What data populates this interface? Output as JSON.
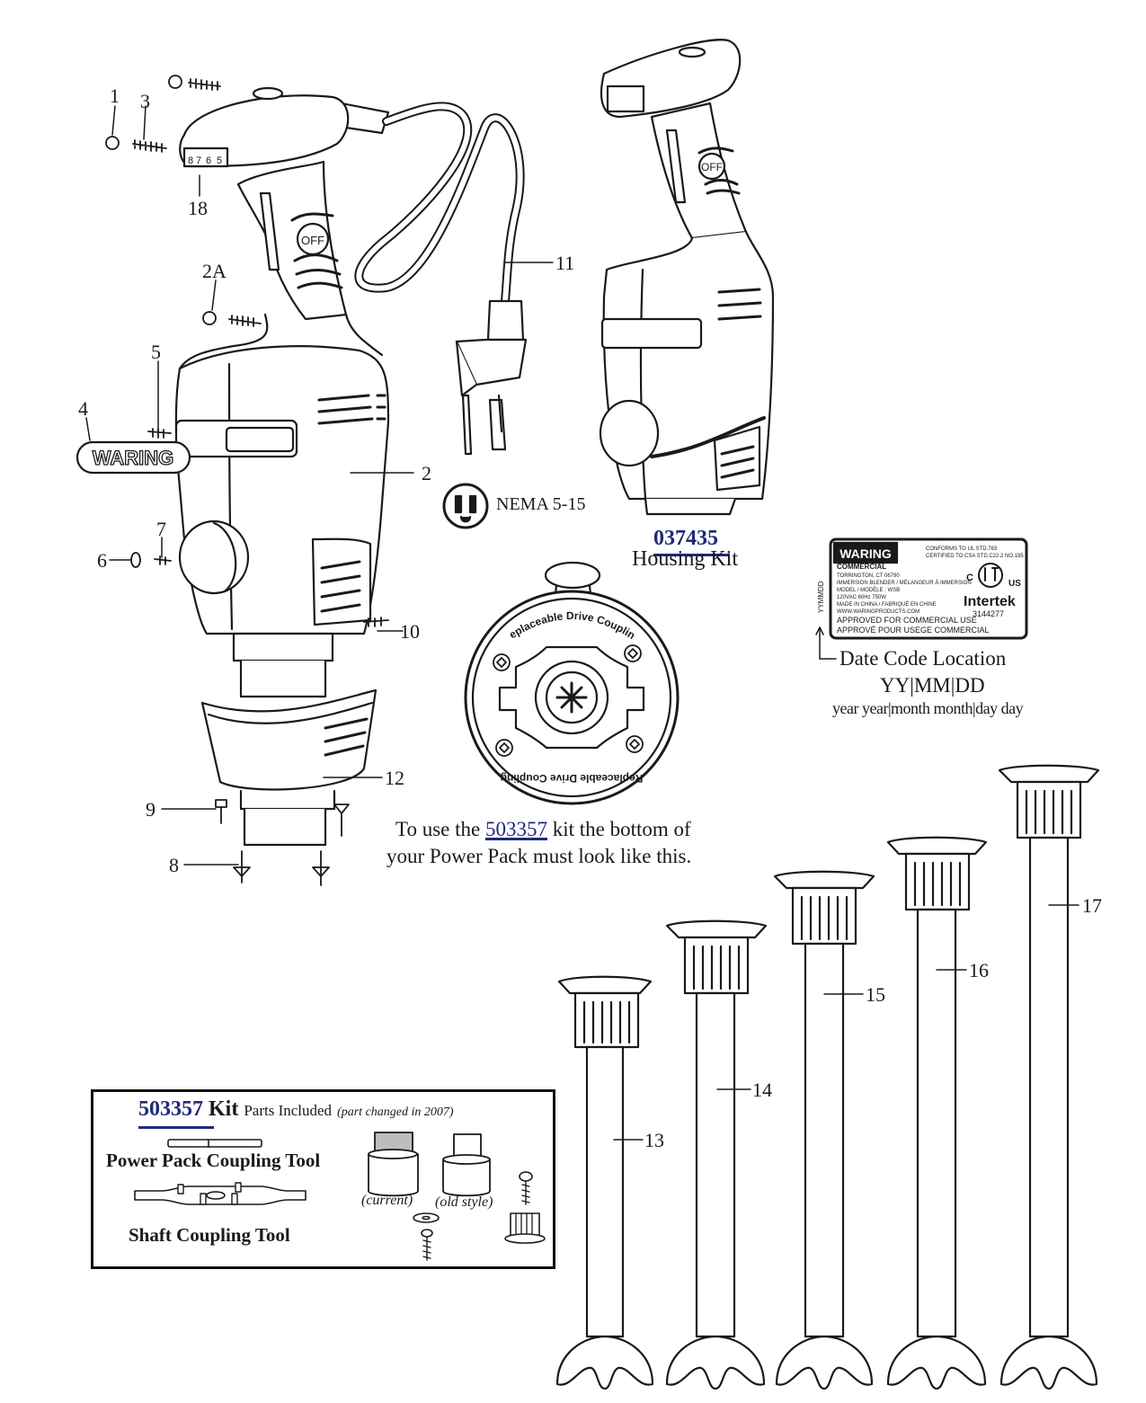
{
  "callouts": [
    "1",
    "2",
    "3",
    "2A",
    "4",
    "5",
    "6",
    "7",
    "8",
    "9",
    "10",
    "11",
    "12",
    "13",
    "14",
    "15",
    "16",
    "17",
    "18"
  ],
  "brand_badge": "WARING",
  "off_label": "OFF",
  "speed_dial": [
    "8",
    "7",
    "6",
    "5"
  ],
  "nema": "NEMA 5-15",
  "housing_kit": {
    "number": "037435",
    "label": "Housing Kit"
  },
  "coupling": {
    "ring_text": "Replaceable Drive Coupling"
  },
  "kit_note": {
    "line1_pre": "To use the ",
    "number": "503357",
    "line1_post": " kit the bottom of",
    "line2": "your Power Pack must look like this."
  },
  "rating_label": {
    "brand": "WARING",
    "sub": "COMMERCIAL",
    "lines": [
      "TORRINGTON, CT 06790",
      "IMMERSION BLENDER / MÉLANGEUR À IMMERSION",
      "MODEL / MODÈLE : WSB",
      "120VAC 60Hz 750W",
      "MADE IN CHINA / FABRIQUÉ EN CHINE",
      "WWW.WARINGPRODUCTS.COM",
      "APPROVED FOR COMMERCIAL USE",
      "APPROVÉ POUR USEGE COMMERCIAL"
    ],
    "conform": [
      "CONFORMS TO UL STD.763",
      "CERTIFIED TO CSA STD.C22.2 NO.195"
    ],
    "cert": "Intertek",
    "cert_num": "3144277",
    "cert_c": "C",
    "cert_us": "US",
    "side_code": "YYMMDD"
  },
  "date_code": {
    "title": "Date Code Location",
    "format": "YY|MM|DD",
    "legend": "year year|month month|day day"
  },
  "kit_box": {
    "number": "503357",
    "kit": "Kit",
    "parts": "Parts Included",
    "note": "(part changed in 2007)",
    "tool1": "Power Pack Coupling Tool",
    "tool2": "Shaft Coupling Tool",
    "current": "(current)",
    "old": "(old style)"
  }
}
